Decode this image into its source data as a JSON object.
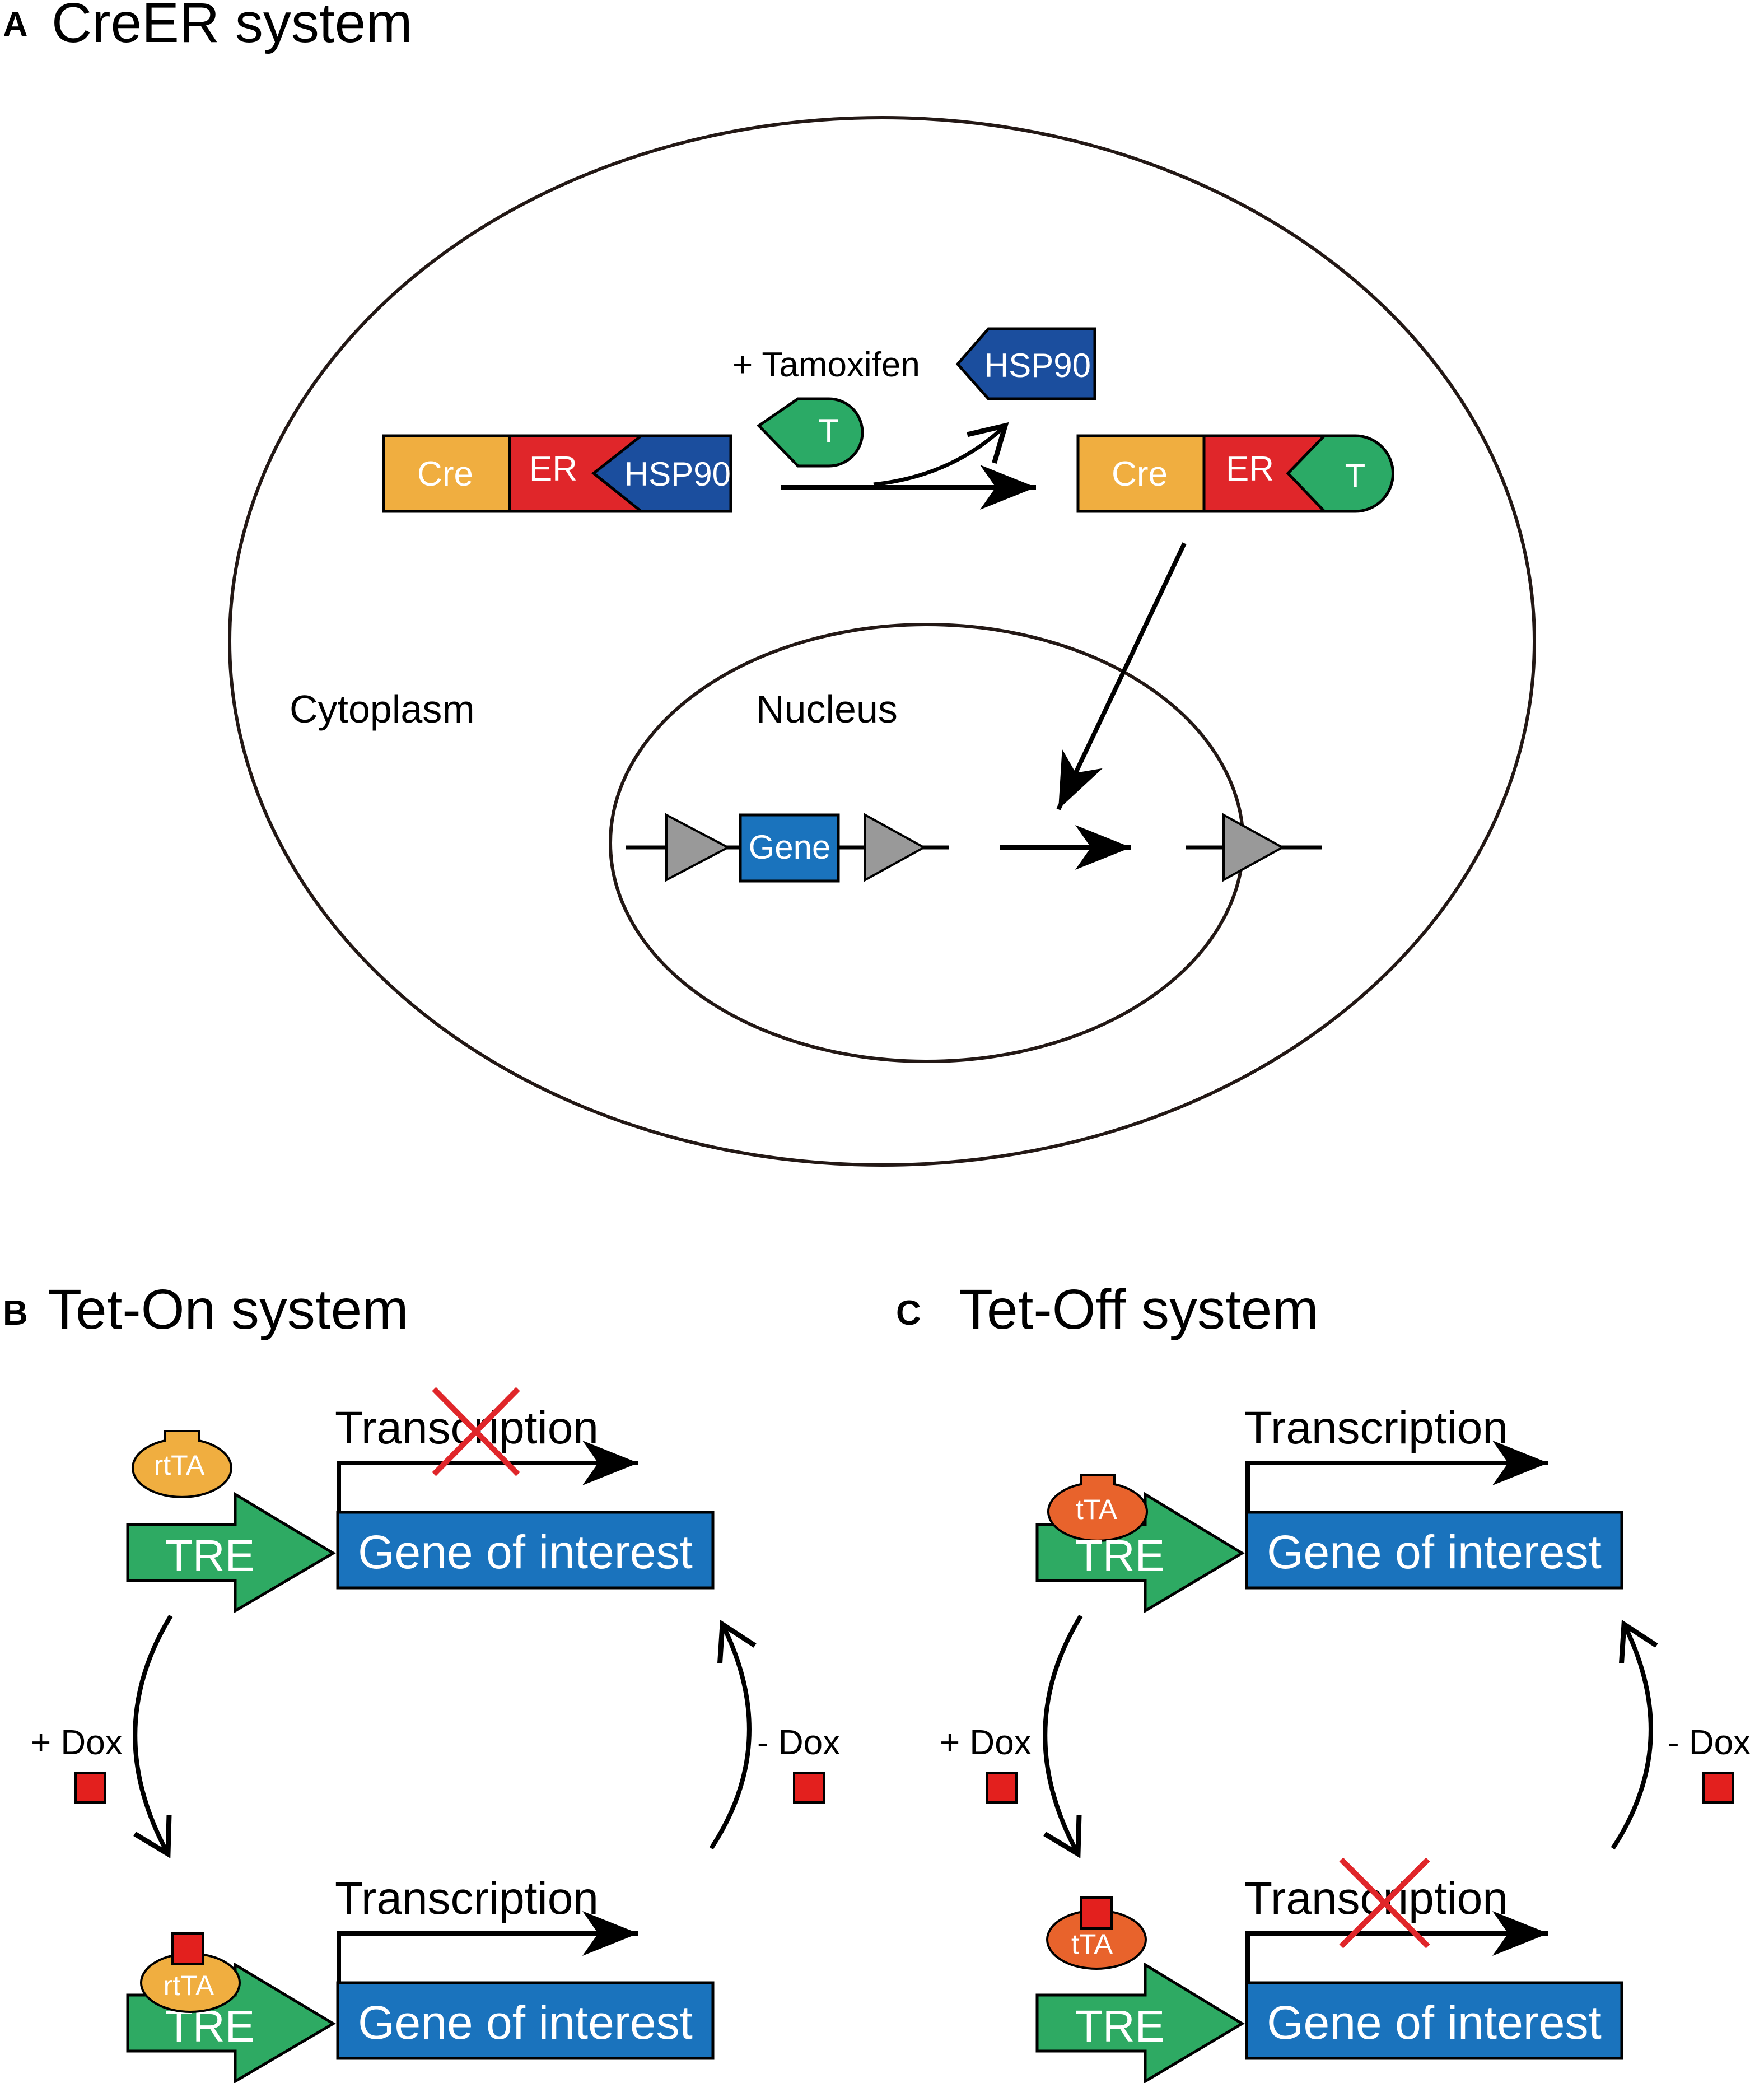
{
  "panel_a": {
    "letter": "A",
    "title": "CreER  system",
    "tamoxifen_label": "+ Tamoxifen",
    "cre_label": "Cre",
    "er_label": "ER",
    "hsp90_label": "HSP90",
    "t_label": "T",
    "cytoplasm_label": "Cytoplasm",
    "nucleus_label": "Nucleus",
    "gene_label": "Gene"
  },
  "panel_b": {
    "letter": "B",
    "title": "Tet-On system",
    "activator_label": "rtTA",
    "tre_label": "TRE",
    "gene_label": "Gene of interest",
    "transcription_label": "Transcription",
    "plus_dox_label": "+ Dox",
    "minus_dox_label": "- Dox"
  },
  "panel_c": {
    "letter": "C",
    "title": "Tet-Off system",
    "activator_label": "tTA",
    "tre_label": "TRE",
    "gene_label": "Gene of interest",
    "transcription_label": "Transcription",
    "plus_dox_label": "+ Dox",
    "minus_dox_label": "- Dox"
  },
  "colors": {
    "cre": "#F0AE40",
    "er": "#E0262A",
    "hsp90": "#1B4E9E",
    "tamoxifen": "#2BAA66",
    "gene": "#1A73BD",
    "tre": "#2EAA63",
    "rtta": "#F0AE40",
    "tta": "#E8632C",
    "dox": "#E3201E",
    "loxp": "#999999",
    "cross": "#E0262A"
  }
}
